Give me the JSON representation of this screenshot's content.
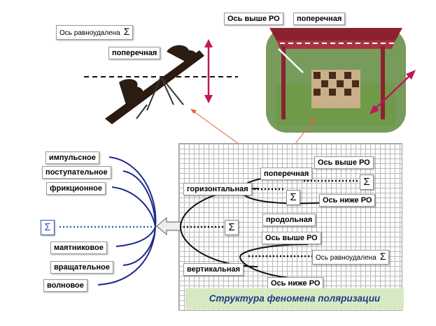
{
  "top": {
    "label_equidistant": "Ось равноудалена",
    "label_transverse_left": "поперечная",
    "label_axis_above": "Ось выше РО",
    "label_transverse_right": "поперечная"
  },
  "left": {
    "motions": [
      "импульсное",
      "поступательное",
      "фрикционное",
      "маятниковое",
      "вращательное",
      "волновое"
    ]
  },
  "grid": {
    "horizontal": "горизонтальная",
    "transverse": "поперечная",
    "axis_above_1": "Ось выше РО",
    "axis_below_1": "Ось ниже РО",
    "longitudinal": "продольная",
    "axis_above_2": "Ось выше РО",
    "vertical": "вертикальная",
    "axis_equidistant": "Ось равноудалена",
    "axis_below_2": "Ось ниже РО"
  },
  "caption": "Структура феномена поляризации",
  "symbols": {
    "sigma": "Σ"
  },
  "colors": {
    "magenta": "#c0175a",
    "navy": "#1f2a8c",
    "blue_dots": "#2f62c0",
    "orange_line": "#e0603a"
  }
}
